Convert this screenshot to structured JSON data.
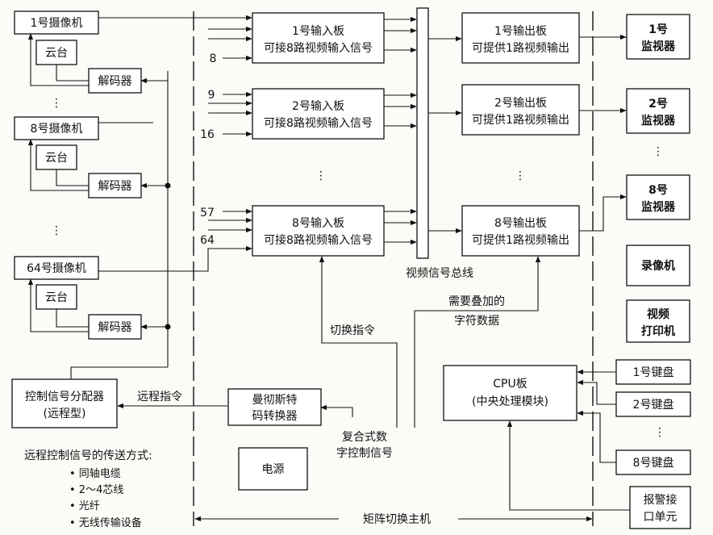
{
  "cameras": {
    "cam1": "1号摄像机",
    "cam8": "8号摄像机",
    "cam64": "64号摄像机",
    "ptz": "云台",
    "decoder": "解码器",
    "ellipsis": "⋮"
  },
  "inputs": {
    "board1_title": "1号输入板",
    "board2_title": "2号输入板",
    "board8_title": "8号输入板",
    "subtitle": "可接8路视频输入信号",
    "ellipsis": "⋮",
    "ch8": "8",
    "ch9": "9",
    "ch16": "16",
    "ch57": "57",
    "ch64": "64"
  },
  "bus": {
    "label": "视频信号总线"
  },
  "outputs": {
    "board1_title": "1号输出板",
    "board2_title": "2号输出板",
    "board8_title": "8号输出板",
    "subtitle": "可提供1路视频输出",
    "ellipsis": "⋮"
  },
  "monitors": {
    "mon1_num": "1号",
    "mon2_num": "2号",
    "mon8_num": "8号",
    "label": "监视器",
    "ellipsis": "⋮"
  },
  "devices": {
    "recorder": "录像机",
    "printer_l1": "视频",
    "printer_l2": "打印机",
    "alarm_l1": "报警接",
    "alarm_l2": "口单元"
  },
  "controls": {
    "distributor_l1": "控制信号分配器",
    "distributor_l2": "(远程型)",
    "remote_cmd": "远程指令",
    "manchester_l1": "曼彻斯特",
    "manchester_l2": "码转换器",
    "switch_cmd": "切换指令",
    "overlay_l1": "需要叠加的",
    "overlay_l2": "字符数据",
    "composite_l1": "复合式数",
    "composite_l2": "字控制信号",
    "power": "电源",
    "main_unit": "矩阵切换主机"
  },
  "cpu": {
    "l1": "CPU板",
    "l2": "(中央处理模块)"
  },
  "keyboards": {
    "kb1": "1号键盘",
    "kb2": "2号键盘",
    "kb8": "8号键盘",
    "ellipsis": "⋮"
  },
  "transmission": {
    "title": "远程控制信号的传送方式:",
    "m1": "• 同轴电缆",
    "m2": "• 2～4芯线",
    "m3": "• 光纤",
    "m4": "• 无线传输设备"
  }
}
